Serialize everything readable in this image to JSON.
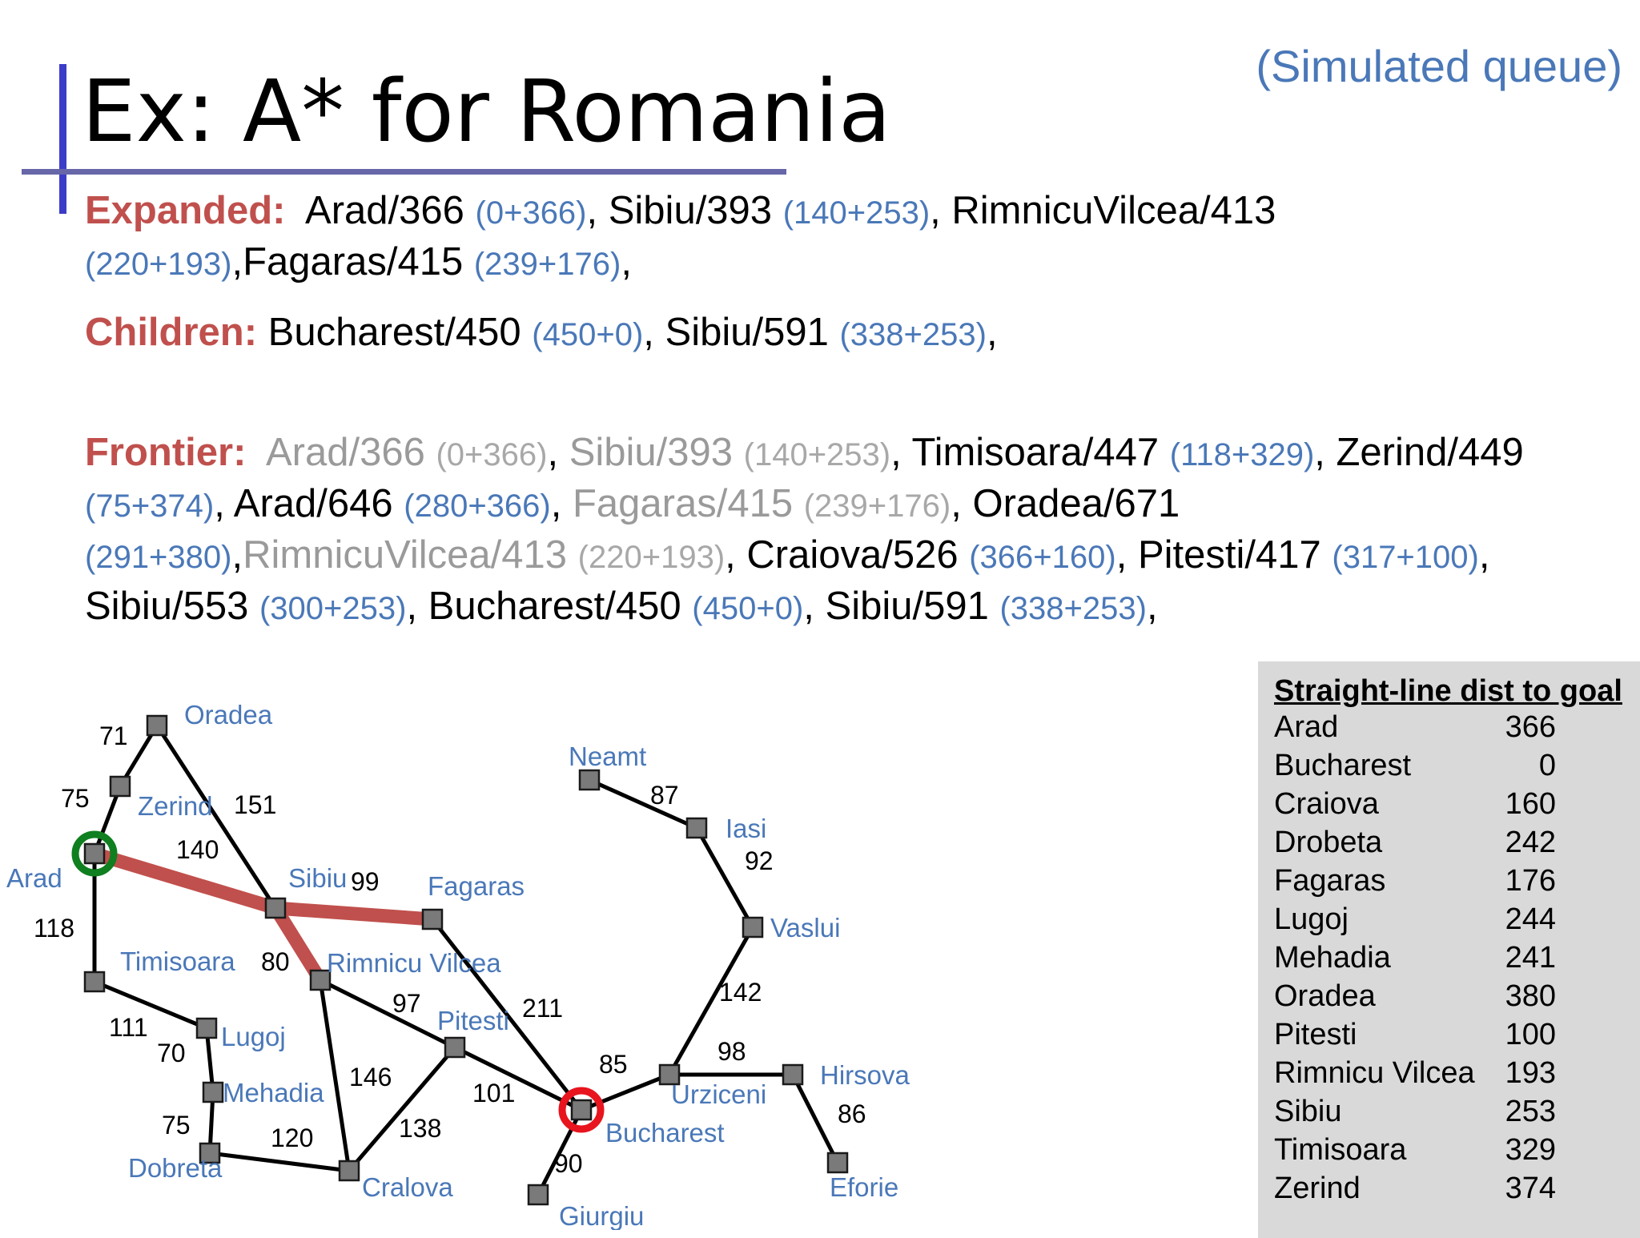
{
  "title": "Ex: A* for Romania",
  "corner_note": "(Simulated queue)",
  "expanded": {
    "label": "Expanded:",
    "items": [
      {
        "text": "Arad/366",
        "calc": "(0+366)",
        "sep": ", "
      },
      {
        "text": "Sibiu/393",
        "calc": "(140+253)",
        "sep": ", "
      },
      {
        "text": "RimnicuVilcea/413",
        "calc": "(220+193)",
        "sep": ","
      },
      {
        "text": "Fagaras/415",
        "calc": "(239+176)",
        "sep": ","
      }
    ]
  },
  "children": {
    "label": "Children:",
    "items": [
      {
        "text": "Bucharest/450",
        "calc": "(450+0)",
        "sep": ", "
      },
      {
        "text": "Sibiu/591",
        "calc": "(338+253)",
        "sep": ","
      }
    ]
  },
  "frontier": {
    "label": "Frontier:",
    "items": [
      {
        "text": "Arad/366",
        "calc": "(0+366)",
        "sep": ", ",
        "expanded": true
      },
      {
        "text": "Sibiu/393",
        "calc": "(140+253)",
        "sep": ", ",
        "expanded": true
      },
      {
        "text": "Timisoara/447",
        "calc": "(118+329)",
        "sep": ", ",
        "expanded": false
      },
      {
        "text": "Zerind/449",
        "calc": "(75+374)",
        "sep": ", ",
        "expanded": false
      },
      {
        "text": "Arad/646",
        "calc": "(280+366)",
        "sep": ", ",
        "expanded": false
      },
      {
        "text": "Fagaras/415",
        "calc": "(239+176)",
        "sep": ", ",
        "expanded": true
      },
      {
        "text": "Oradea/671",
        "calc": "(291+380)",
        "sep": ",",
        "expanded": false
      },
      {
        "text": "RimnicuVilcea/413",
        "calc": "(220+193)",
        "sep": ", ",
        "expanded": true
      },
      {
        "text": "Craiova/526",
        "calc": "(366+160)",
        "sep": ", ",
        "expanded": false
      },
      {
        "text": "Pitesti/417",
        "calc": "(317+100)",
        "sep": ", ",
        "expanded": false
      },
      {
        "text": "Sibiu/553",
        "calc": "(300+253)",
        "sep": ", ",
        "expanded": false
      },
      {
        "text": "Bucharest/450",
        "calc": "(450+0)",
        "sep": ", ",
        "expanded": false
      },
      {
        "text": "Sibiu/591",
        "calc": "(338+253)",
        "sep": ",",
        "expanded": false
      }
    ]
  },
  "heuristic_table": {
    "title": "Straight-line dist to goal",
    "rows": [
      {
        "city": "Arad",
        "value": "366"
      },
      {
        "city": "Bucharest",
        "value": "0"
      },
      {
        "city": "Craiova",
        "value": "160"
      },
      {
        "city": "Drobeta",
        "value": "242"
      },
      {
        "city": "Fagaras",
        "value": "176"
      },
      {
        "city": "Lugoj",
        "value": "244"
      },
      {
        "city": "Mehadia",
        "value": "241"
      },
      {
        "city": "Oradea",
        "value": "380"
      },
      {
        "city": "Pitesti",
        "value": "100"
      },
      {
        "city": "Rimnicu Vilcea",
        "value": "193"
      },
      {
        "city": "Sibiu",
        "value": "253"
      },
      {
        "city": "Timisoara",
        "value": "329"
      },
      {
        "city": "Zerind",
        "value": "374"
      }
    ]
  },
  "map": {
    "cities": [
      {
        "id": "oradea",
        "name": "Oradea"
      },
      {
        "id": "zerind",
        "name": "Zerind"
      },
      {
        "id": "arad",
        "name": "Arad",
        "marker": "start",
        "marker_color": "#0f7f1f"
      },
      {
        "id": "timisoara",
        "name": "Timisoara"
      },
      {
        "id": "lugoj",
        "name": "Lugoj"
      },
      {
        "id": "mehadia",
        "name": "Mehadia"
      },
      {
        "id": "dobreta",
        "name": "Dobreta"
      },
      {
        "id": "craiova",
        "name": "Cralova"
      },
      {
        "id": "sibiu",
        "name": "Sibiu"
      },
      {
        "id": "rimnicu",
        "name": "Rimnicu Vilcea"
      },
      {
        "id": "fagaras",
        "name": "Fagaras"
      },
      {
        "id": "pitesti",
        "name": "Pitesti"
      },
      {
        "id": "bucharest",
        "name": "Bucharest",
        "marker": "goal",
        "marker_color": "#e8141e"
      },
      {
        "id": "giurgiu",
        "name": "Giurgiu"
      },
      {
        "id": "urziceni",
        "name": "Urziceni"
      },
      {
        "id": "hirsova",
        "name": "Hirsova"
      },
      {
        "id": "eforie",
        "name": "Eforie"
      },
      {
        "id": "vaslui",
        "name": "Vaslui"
      },
      {
        "id": "iasi",
        "name": "Iasi"
      },
      {
        "id": "neamt",
        "name": "Neamt"
      }
    ],
    "roads": [
      {
        "from": "oradea",
        "to": "zerind",
        "distance": "71"
      },
      {
        "from": "zerind",
        "to": "arad",
        "distance": "75"
      },
      {
        "from": "oradea",
        "to": "sibiu",
        "distance": "151"
      },
      {
        "from": "arad",
        "to": "sibiu",
        "distance": "140"
      },
      {
        "from": "arad",
        "to": "timisoara",
        "distance": "118"
      },
      {
        "from": "timisoara",
        "to": "lugoj",
        "distance": "111"
      },
      {
        "from": "lugoj",
        "to": "mehadia",
        "distance": "70"
      },
      {
        "from": "mehadia",
        "to": "dobreta",
        "distance": "75"
      },
      {
        "from": "dobreta",
        "to": "craiova",
        "distance": "120"
      },
      {
        "from": "sibiu",
        "to": "fagaras",
        "distance": "99"
      },
      {
        "from": "sibiu",
        "to": "rimnicu",
        "distance": "80"
      },
      {
        "from": "rimnicu",
        "to": "pitesti",
        "distance": "97"
      },
      {
        "from": "rimnicu",
        "to": "craiova",
        "distance": "146"
      },
      {
        "from": "craiova",
        "to": "pitesti",
        "distance": "138"
      },
      {
        "from": "fagaras",
        "to": "bucharest",
        "distance": "211"
      },
      {
        "from": "pitesti",
        "to": "bucharest",
        "distance": "101"
      },
      {
        "from": "bucharest",
        "to": "giurgiu",
        "distance": "90"
      },
      {
        "from": "bucharest",
        "to": "urziceni",
        "distance": "85"
      },
      {
        "from": "urziceni",
        "to": "hirsova",
        "distance": "98"
      },
      {
        "from": "hirsova",
        "to": "eforie",
        "distance": "86"
      },
      {
        "from": "urziceni",
        "to": "vaslui",
        "distance": "142"
      },
      {
        "from": "vaslui",
        "to": "iasi",
        "distance": "92"
      },
      {
        "from": "iasi",
        "to": "neamt",
        "distance": "87"
      }
    ],
    "highlighted_path": [
      "arad",
      "sibiu",
      "fagaras"
    ],
    "highlighted_branch": [
      "sibiu",
      "rimnicu"
    ],
    "highlight_color": "#c0504d"
  }
}
